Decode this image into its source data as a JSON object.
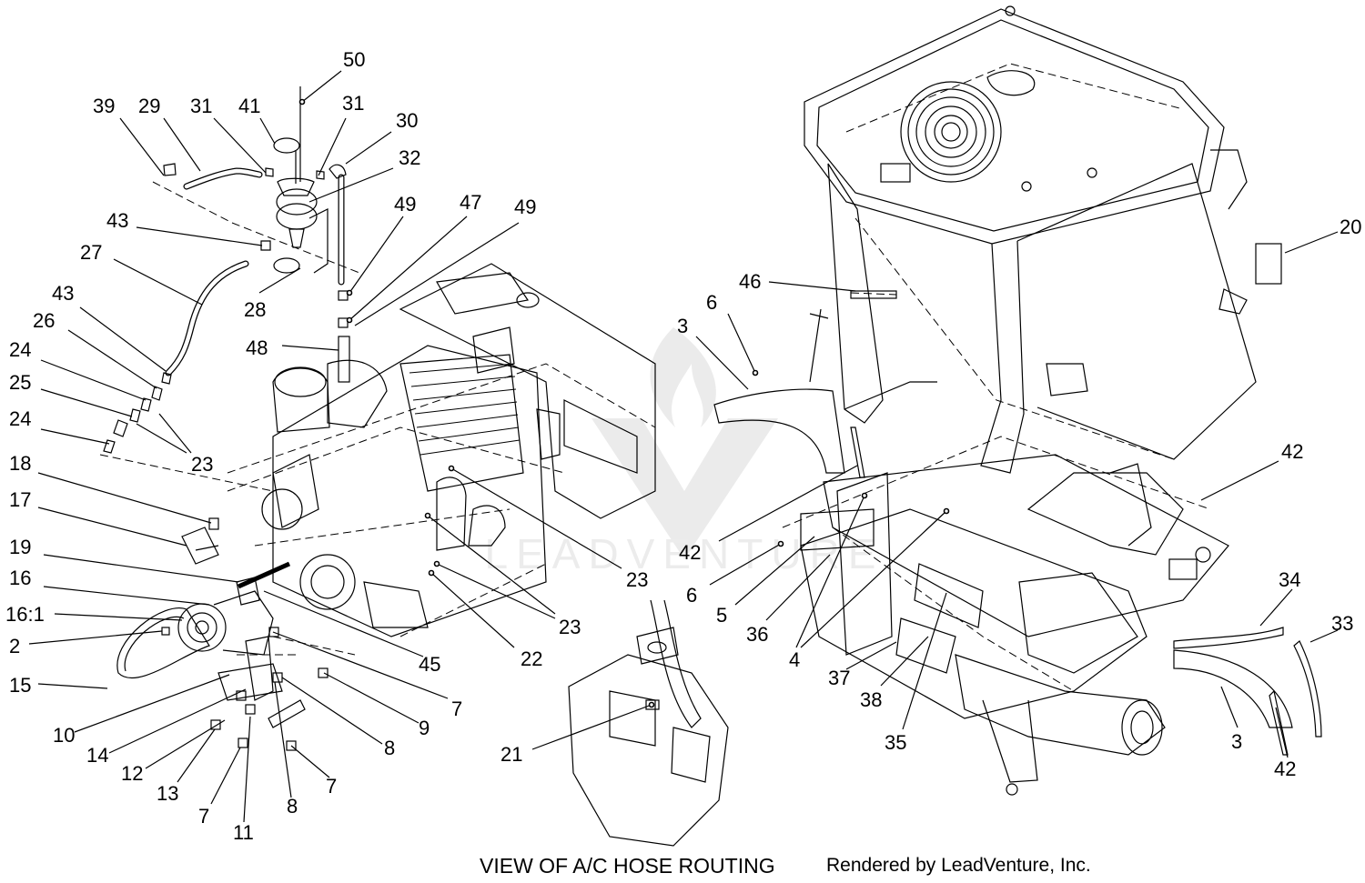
{
  "caption": "VIEW OF A/C HOSE ROUTING",
  "credit": "Rendered by LeadVenture, Inc.",
  "watermark": "LEADVENTURE",
  "callouts": [
    "50",
    "39",
    "29",
    "31",
    "41",
    "31",
    "30",
    "32",
    "43",
    "49",
    "47",
    "49",
    "27",
    "28",
    "48",
    "43",
    "26",
    "24",
    "25",
    "24",
    "23",
    "18",
    "17",
    "19",
    "16",
    "16:1",
    "2",
    "15",
    "10",
    "14",
    "12",
    "13",
    "7",
    "11",
    "8",
    "7",
    "8",
    "9",
    "7",
    "45",
    "22",
    "23",
    "23",
    "20",
    "46",
    "6",
    "3",
    "42",
    "42",
    "6",
    "5",
    "36",
    "4",
    "37",
    "38",
    "35",
    "34",
    "33",
    "3",
    "42",
    "21"
  ]
}
